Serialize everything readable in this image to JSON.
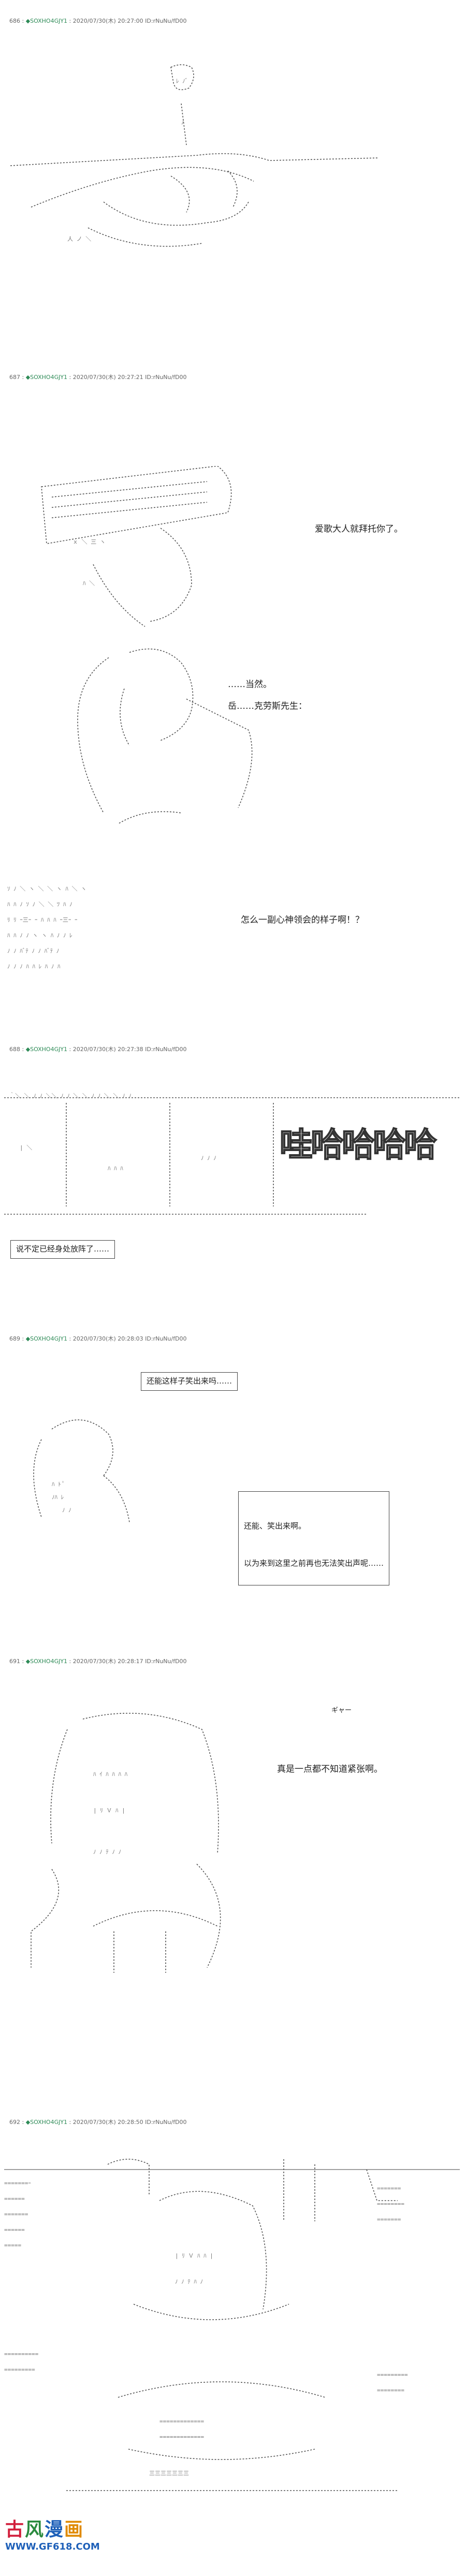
{
  "posts": [
    {
      "num": "686",
      "trip": "◆SOXHO4GJY1",
      "meta": "2020/07/30(木) 20:27:00 ID:rNuNu/fD00"
    },
    {
      "num": "687",
      "trip": "◆SOXHO4GJY1",
      "meta": "2020/07/30(木) 20:27:21 ID:rNuNu/fD00"
    },
    {
      "num": "688",
      "trip": "◆SOXHO4GJY1",
      "meta": "2020/07/30(木) 20:27:38 ID:rNuNu/fD00"
    },
    {
      "num": "689",
      "trip": "◆SOXHO4GJY1",
      "meta": "2020/07/30(木) 20:28:03 ID:rNuNu/fD00"
    },
    {
      "num": "691",
      "trip": "◆SOXHO4GJY1",
      "meta": "2020/07/30(木) 20:28:17 ID:rNuNu/fD00"
    },
    {
      "num": "692",
      "trip": "◆SOXHO4GJY1",
      "meta": "2020/07/30(木) 20:28:50 ID:rNuNu/fD00"
    }
  ],
  "dialogue": {
    "line1": "爱歌大人就拜托你了。",
    "line2a": "……当然。",
    "line2b": "岳……克劳斯先生：",
    "line3": "怎么一副心神领会的样子啊！？",
    "line4": "说不定已经身处放阵了……",
    "line5": "还能这样子笑出来吗……",
    "line6a": "还能、笑出来啊。",
    "line6b": "以为来到这里之前再也无法笑出声呢……",
    "line7": "真是一点都不知道紧张啊。",
    "sfx1": "ギャー",
    "bigsfx": "哇哈哈哈哈"
  },
  "watermark": {
    "chars": [
      "古",
      "风",
      "漫",
      "画"
    ],
    "url": "WWW.GF618.COM"
  }
}
